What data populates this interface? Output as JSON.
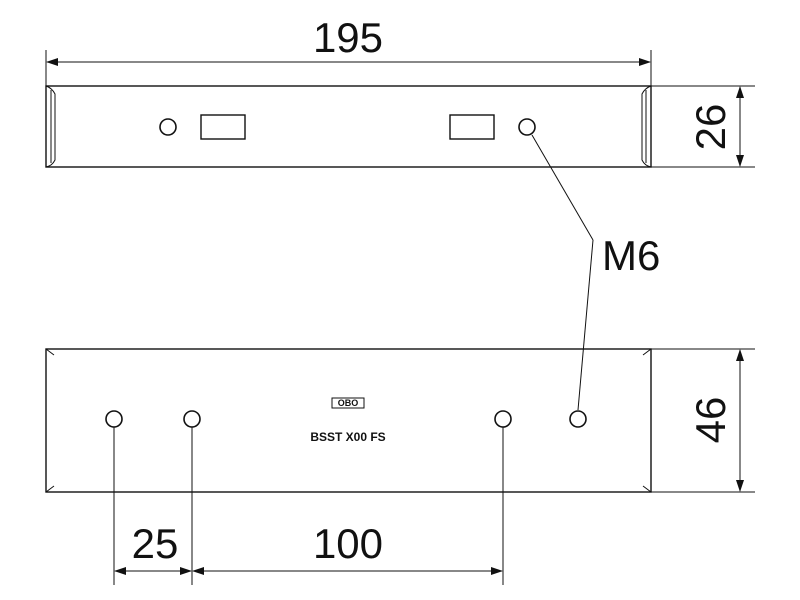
{
  "dimensions": {
    "overall_length": "195",
    "top_height": "26",
    "bottom_height": "46",
    "hole_spacing_small": "25",
    "hole_spacing_large": "100"
  },
  "callout": {
    "thread": "M6"
  },
  "plate": {
    "part_number": "BSST X00 FS",
    "logo": "OBO"
  }
}
